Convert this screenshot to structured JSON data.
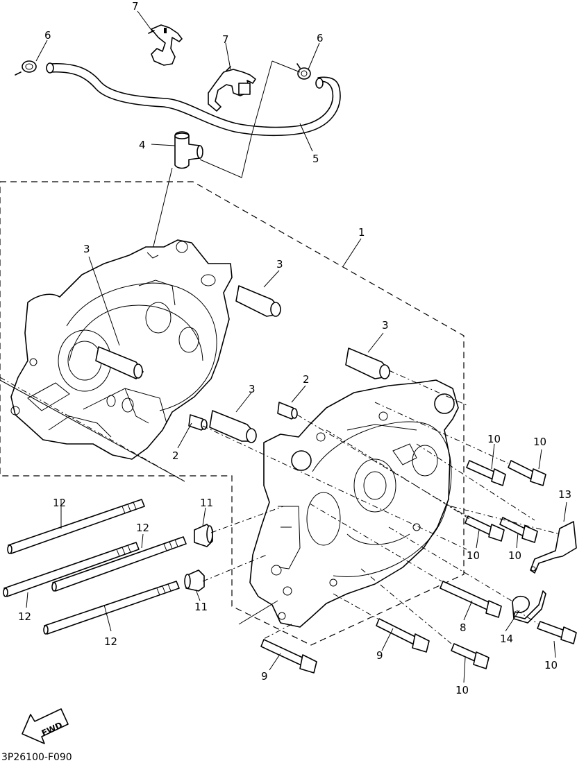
{
  "callouts": {
    "c1": "1",
    "c2a": "2",
    "c2b": "2",
    "c3a": "3",
    "c3b": "3",
    "c3c": "3",
    "c3d": "3",
    "c4": "4",
    "c5": "5",
    "c6a": "6",
    "c6b": "6",
    "c7a": "7",
    "c7b": "7",
    "c8": "8",
    "c9a": "9",
    "c9b": "9",
    "c10a": "10",
    "c10b": "10",
    "c10c": "10",
    "c10d": "10",
    "c10e": "10",
    "c10f": "10",
    "c11a": "11",
    "c11b": "11",
    "c12a": "12",
    "c12b": "12",
    "c12c": "12",
    "c12d": "12",
    "c13": "13",
    "c14": "14"
  },
  "fwd_label": "FWD",
  "figure_code": "3P26100-F090"
}
